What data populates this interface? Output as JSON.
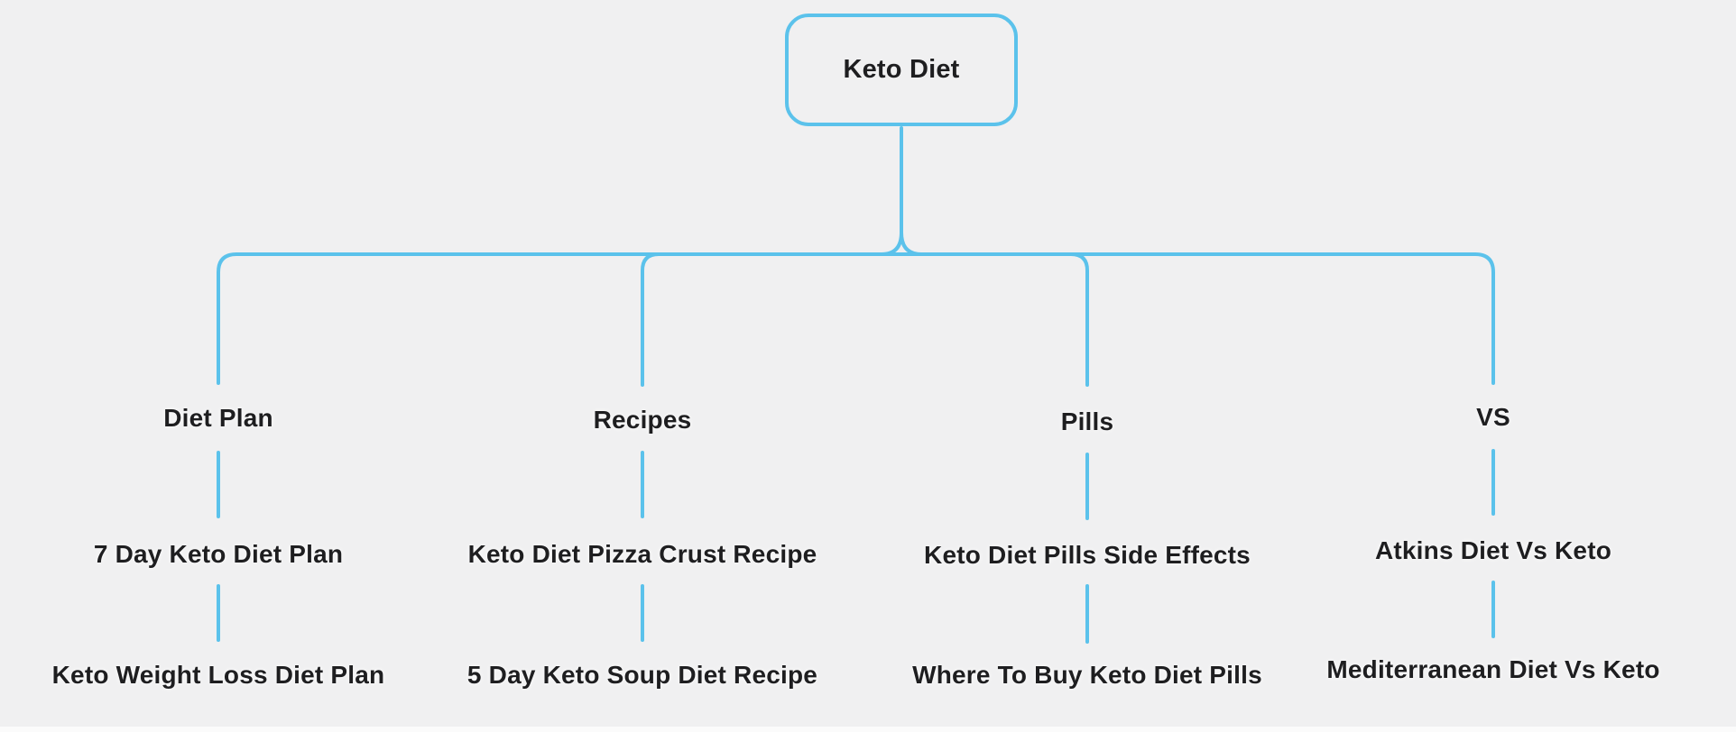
{
  "theme": {
    "background": "#f0f0f1",
    "line_color": "#5bc2eb",
    "node_border_color": "#5bc2eb",
    "text_color": "#1e1e20"
  },
  "mindmap": {
    "root": {
      "label": "Keto Diet"
    },
    "branches": [
      {
        "label": "Diet Plan",
        "children": [
          "7 Day Keto Diet Plan",
          "Keto Weight Loss Diet Plan"
        ]
      },
      {
        "label": "Recipes",
        "children": [
          "Keto Diet Pizza Crust Recipe",
          "5 Day Keto Soup Diet Recipe"
        ]
      },
      {
        "label": "Pills",
        "children": [
          "Keto Diet Pills Side Effects",
          "Where To Buy Keto Diet Pills"
        ]
      },
      {
        "label": "VS",
        "children": [
          "Atkins Diet Vs Keto",
          "Mediterranean Diet Vs Keto"
        ]
      }
    ]
  }
}
